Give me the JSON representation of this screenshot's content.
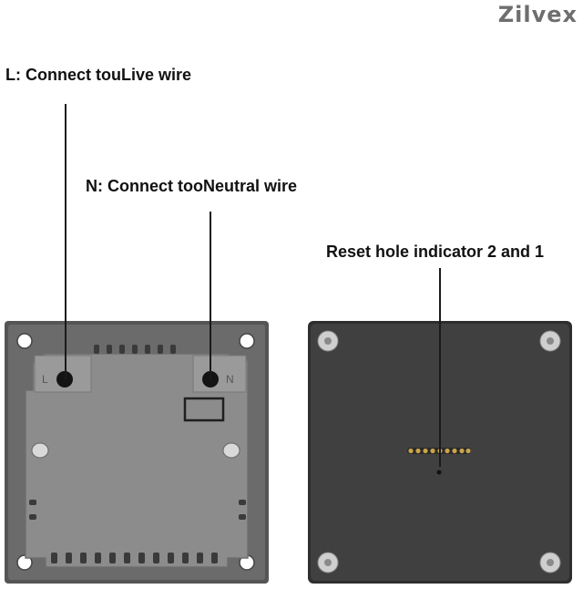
{
  "brand": {
    "name": "Zilvex"
  },
  "labels": {
    "live": "L: Connect touLive wire",
    "neutral": "N: Connect tooNeutral wire",
    "reset": "Reset hole indicator 2 and 1"
  },
  "terminals": {
    "live_mark": "L",
    "neutral_mark": "N"
  },
  "colors": {
    "front_frame": "#545454",
    "front_body": "#8c8c8c",
    "back_plate": "#3e3e3e",
    "pins": "#c9a44a"
  }
}
